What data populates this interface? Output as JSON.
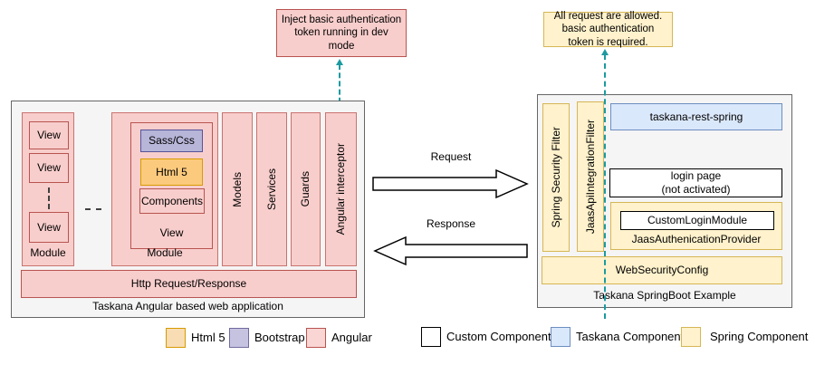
{
  "colors": {
    "angular_fill": "#f8cecc",
    "angular_border": "#b85450",
    "html5_fill": "#fcca7d",
    "html5_border": "#d79b00",
    "bootstrap_fill": "#b7b5d8",
    "bootstrap_border": "#55529b",
    "spring_fill": "#fff2cc",
    "spring_border": "#d6b656",
    "taskana_fill": "#dae8fc",
    "taskana_border": "#6c8ebf",
    "custom_fill": "#ffffff",
    "custom_border": "#000000",
    "container_fill": "#f5f5f5",
    "container_border": "#666666",
    "annotation_line": "#1b9aa0"
  },
  "notes": {
    "inject": "Inject basic authentication\ntoken running in dev\nmode",
    "allow": "All request are allowed.\nbasic authentication\ntoken is required."
  },
  "arrows": {
    "request": "Request",
    "response": "Response"
  },
  "left_app": {
    "caption": "Taskana Angular based web application",
    "module1": {
      "label": "Module",
      "views": [
        "View",
        "View",
        "View"
      ]
    },
    "module2": {
      "label": "Module",
      "view": {
        "label": "View",
        "sass": "Sass/Css",
        "html5": "Html 5",
        "components": "Components"
      }
    },
    "columns": [
      "Models",
      "Services",
      "Guards",
      "Angular interceptor"
    ],
    "http": "Http Request/Response"
  },
  "right_app": {
    "caption": "Taskana SpringBoot Example",
    "filter1": "Spring Security Filter",
    "filter2": "JaasApiIntegrationFilter",
    "rest": "taskana-rest-spring",
    "login": "login page\n(not activated)",
    "provider": {
      "label": "JaasAuthenicationProvider",
      "custom": "CustomLoginModule"
    },
    "websecurity": "WebSecurityConfig"
  },
  "legend": {
    "items": [
      {
        "label": "Html 5",
        "fill": "#f8dcb4",
        "border": "#d79b00"
      },
      {
        "label": "Bootstrap",
        "fill": "#c6c3e1",
        "border": "#6f6b9f"
      },
      {
        "label": "Angular",
        "fill": "#f9d6d3",
        "border": "#b85450"
      },
      {
        "label": "Custom Component",
        "fill": "#ffffff",
        "border": "#000000"
      },
      {
        "label": "Taskana Component",
        "fill": "#dae8fc",
        "border": "#6c8ebf"
      },
      {
        "label": "Spring Component",
        "fill": "#fff2cc",
        "border": "#d6b656"
      }
    ]
  }
}
